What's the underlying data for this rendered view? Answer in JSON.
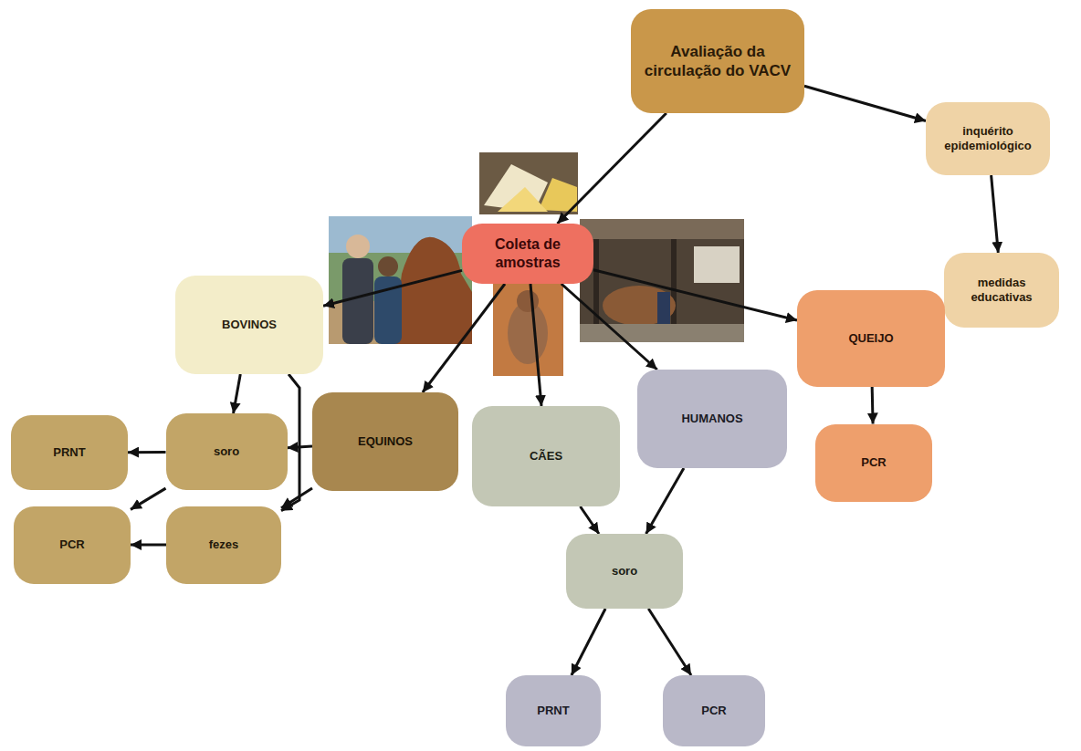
{
  "diagram": {
    "nodes": [
      {
        "text": [
          "Avaliação da circulação do VACV"
        ]
      },
      {
        "text": [
          "inquérito epidemiológico"
        ]
      },
      {
        "text": [
          "Coleta de amostras"
        ]
      },
      {
        "text": [
          "medidas educativas"
        ]
      },
      {
        "text": [
          "BOVINOS"
        ]
      },
      {
        "text": [
          "QUEIJO"
        ]
      },
      {
        "text": [
          "soro"
        ]
      },
      {
        "text": [
          "EQUINOS"
        ]
      },
      {
        "text": [
          "CÃES"
        ]
      },
      {
        "text": [
          "HUMANOS"
        ]
      },
      {
        "text": [
          "PRNT"
        ]
      },
      {
        "text": [
          "PCR"
        ]
      },
      {
        "text": [
          "fezes"
        ]
      },
      {
        "text": [
          "PCR"
        ]
      },
      {
        "text": [
          "soro"
        ]
      },
      {
        "text": [
          "PRNT"
        ]
      },
      {
        "text": [
          "PCR"
        ]
      }
    ],
    "edges": [
      {
        "from": 0,
        "to": 1,
        "arrow": "to"
      },
      {
        "from": 0,
        "to": 2,
        "arrow": "to"
      },
      {
        "from": 1,
        "to": 3,
        "arrow": "to"
      },
      {
        "from": 2,
        "to": 4,
        "arrow": "to"
      },
      {
        "from": 2,
        "to": 7,
        "arrow": "to"
      },
      {
        "from": 2,
        "to": 8,
        "arrow": "to"
      },
      {
        "from": 2,
        "to": 9,
        "arrow": "to"
      },
      {
        "from": 2,
        "to": 5,
        "arrow": "to"
      },
      {
        "from": 5,
        "to": 11,
        "arrow": "to"
      },
      {
        "from": 4,
        "to": 6,
        "arrow": "to"
      },
      {
        "from": 4,
        "to": 12,
        "arrow": "to"
      },
      {
        "from": 7,
        "to": 6,
        "arrow": "to"
      },
      {
        "from": 7,
        "to": 12,
        "arrow": "to"
      },
      {
        "from": 6,
        "to": 10,
        "arrow": "to"
      },
      {
        "from": 6,
        "to": 13,
        "arrow": "to"
      },
      {
        "from": 12,
        "to": 13,
        "arrow": "to"
      },
      {
        "from": 8,
        "to": 14,
        "arrow": "to"
      },
      {
        "from": 9,
        "to": 14,
        "arrow": "to"
      },
      {
        "from": 14,
        "to": 15,
        "arrow": "to"
      },
      {
        "from": 14,
        "to": 16,
        "arrow": "to"
      }
    ]
  }
}
